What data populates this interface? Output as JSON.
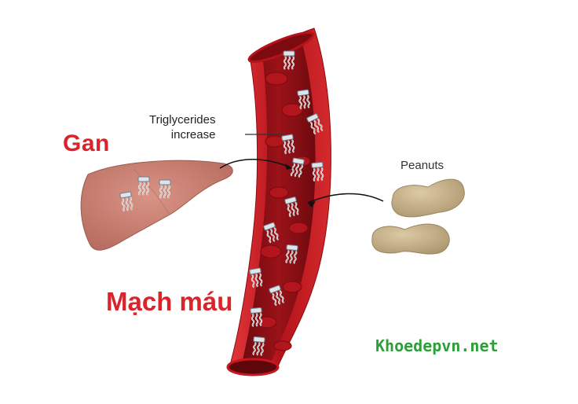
{
  "labels": {
    "liver": "Gan",
    "blood_vessel": "Mạch máu",
    "triglycerides_line1": "Triglycerides",
    "triglycerides_line2": "increase",
    "peanuts": "Peanuts",
    "website": "Khoedepvn.net"
  },
  "icons": [
    "liver-illustration",
    "blood-vessel-illustration",
    "peanut-icon",
    "triglyceride-molecule-icon",
    "curved-arrow-icon"
  ],
  "colors": {
    "label_red": "#d8242a",
    "website_green": "#2e9e3a",
    "vessel_outer": "#c8161f",
    "vessel_inner": "#8e0e14",
    "liver": "#c97f72",
    "peanut": "#c8b48e"
  }
}
